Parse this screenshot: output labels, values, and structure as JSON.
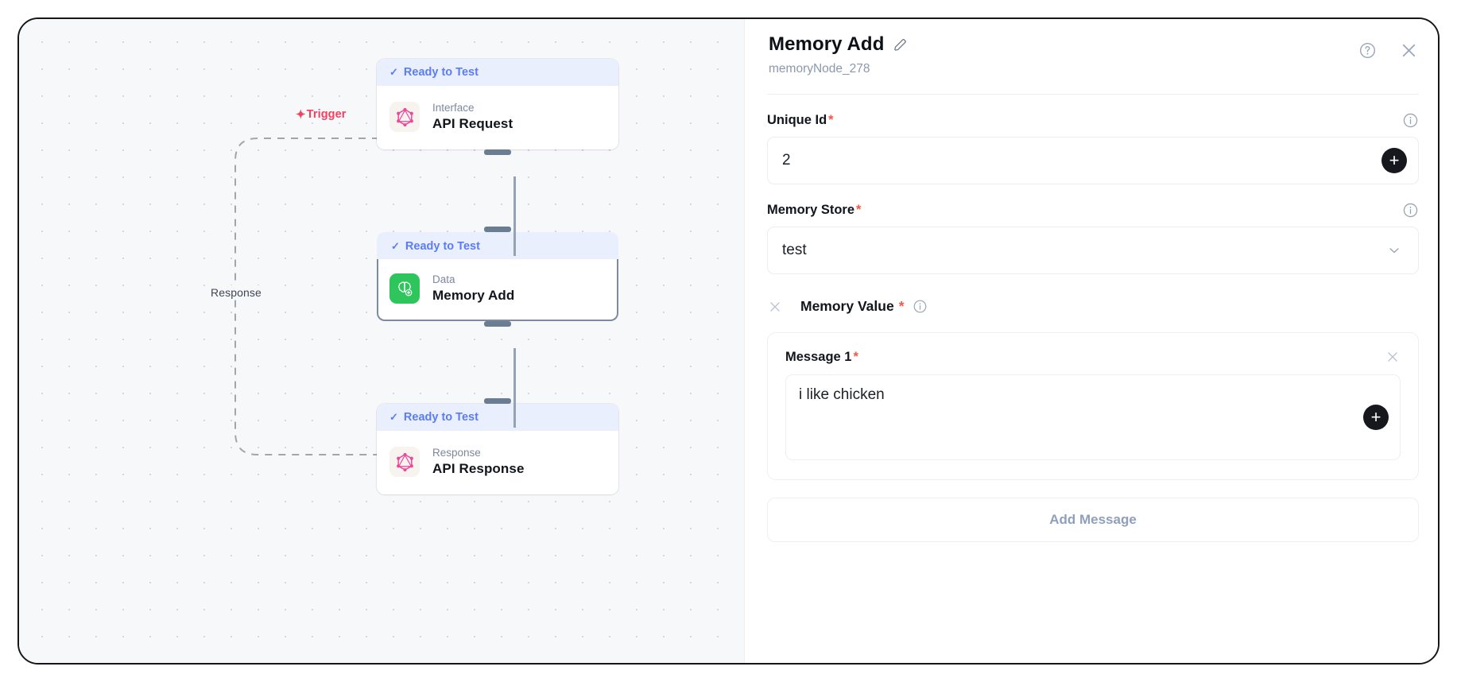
{
  "canvas": {
    "edges": [
      {
        "id": "trigger",
        "label": "Trigger",
        "icon": "lightning-bolt-icon",
        "color": "#f43f5e"
      },
      {
        "id": "response",
        "label": "Response",
        "color": "#3f4654"
      }
    ],
    "nodes": [
      {
        "id": "api-request",
        "status": "Ready to Test",
        "status_icon": "check-icon",
        "kind": "Interface",
        "title": "API Request",
        "icon": "graphql-icon",
        "icon_color": "#ec4899",
        "selected": false
      },
      {
        "id": "memory-add",
        "status": "Ready to Test",
        "status_icon": "check-icon",
        "kind": "Data",
        "title": "Memory Add",
        "icon": "brain-add-icon",
        "icon_color": "#2ec65c",
        "selected": true
      },
      {
        "id": "api-response",
        "status": "Ready to Test",
        "status_icon": "check-icon",
        "kind": "Response",
        "title": "API Response",
        "icon": "graphql-icon",
        "icon_color": "#ec4899",
        "selected": false
      }
    ]
  },
  "panel": {
    "title": "Memory Add",
    "subtitle": "memoryNode_278",
    "edit_icon": "pencil-icon",
    "help_icon": "question-circle-icon",
    "close_icon": "close-icon",
    "fields": {
      "unique_id": {
        "label": "Unique Id",
        "required": "*",
        "value": "2",
        "info_icon": "info-circle-icon",
        "add_icon": "plus-icon"
      },
      "memory_store": {
        "label": "Memory Store",
        "required": "*",
        "value": "test",
        "info_icon": "info-circle-icon",
        "chevron_icon": "chevron-down-icon"
      },
      "memory_value": {
        "label": "Memory Value",
        "required": "*",
        "info_icon": "info-circle-icon",
        "remove_icon": "close-icon"
      },
      "message_1": {
        "label": "Message 1",
        "required": "*",
        "value": "i like chicken",
        "remove_icon": "close-icon",
        "add_icon": "plus-icon"
      }
    },
    "add_message_label": "Add Message"
  }
}
